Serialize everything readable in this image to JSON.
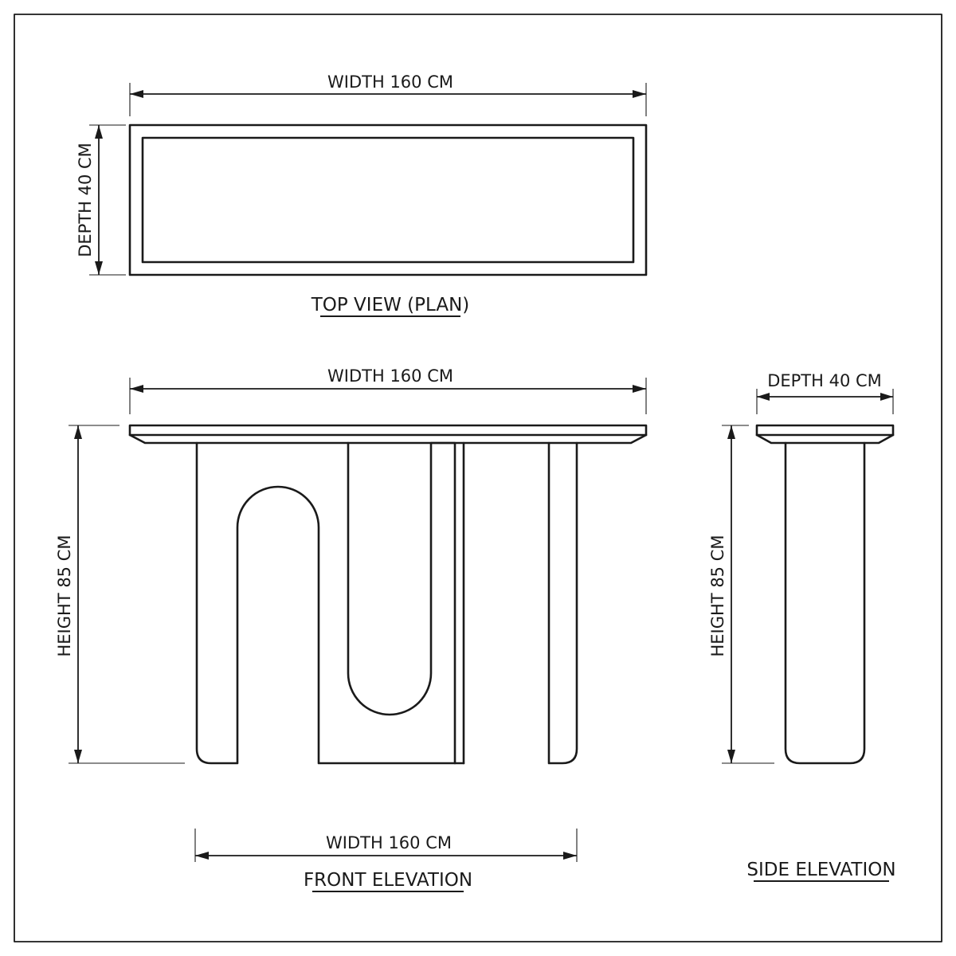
{
  "top_view": {
    "title": "TOP VIEW (PLAN)",
    "width_label": "WIDTH 160 CM",
    "depth_label": "DEPTH 40 CM"
  },
  "front_elevation": {
    "title": "FRONT ELEVATION",
    "top_width_label": "WIDTH 160 CM",
    "bottom_width_label": "WIDTH 160 CM",
    "height_label": "HEIGHT 85 CM"
  },
  "side_elevation": {
    "title": "SIDE ELEVATION",
    "depth_label": "DEPTH 40 CM",
    "height_label": "HEIGHT 85 CM"
  }
}
